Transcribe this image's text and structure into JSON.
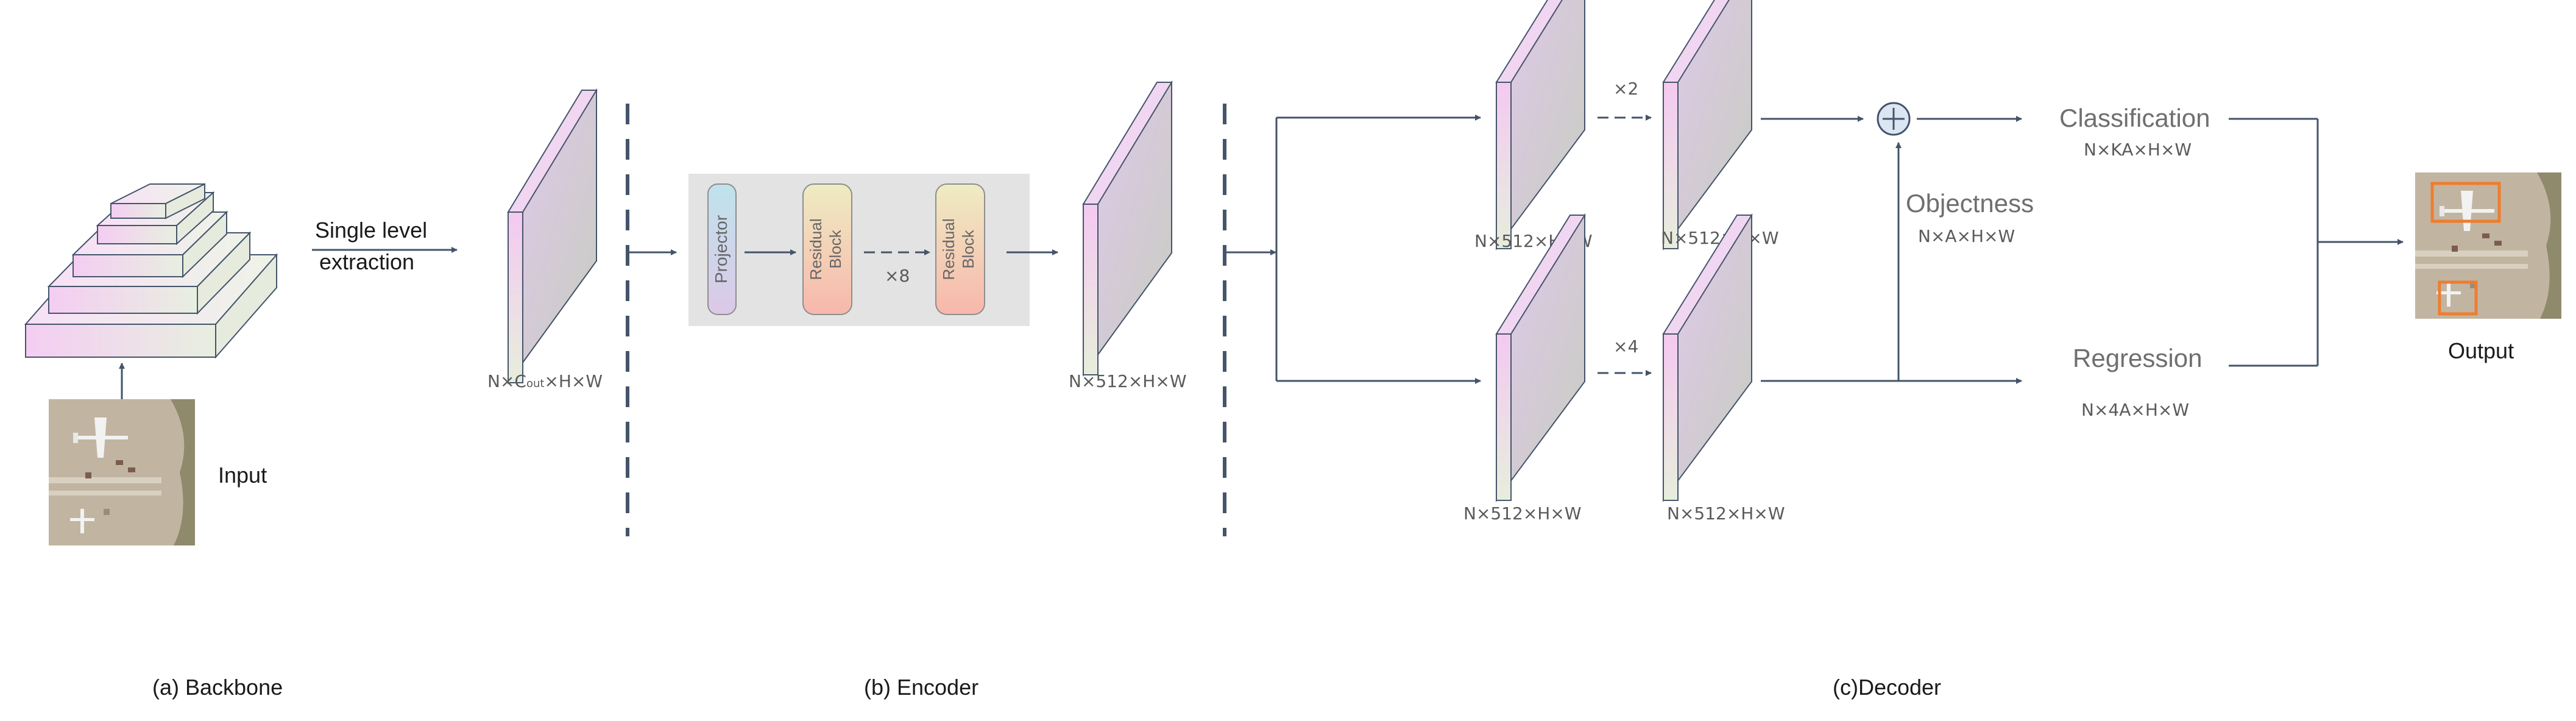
{
  "backbone": {
    "extraction_line1": "Single level",
    "extraction_line2": "extraction",
    "input_label": "Input",
    "feature_dim_prefix": "N×C",
    "feature_dim_sub": "out",
    "feature_dim_suffix": "×H×W",
    "caption": "(a) Backbone"
  },
  "encoder": {
    "projector_label": "Projector",
    "residual_line1": "Residual",
    "residual_line2": "Block",
    "repeat_label": "×8",
    "output_dim": "N×512×H×W",
    "caption": "(b) Encoder"
  },
  "decoder": {
    "cls_repeat": "×2",
    "reg_repeat": "×4",
    "dim_cls_1": "N×512×H×W",
    "dim_cls_2": "N×512×H×W",
    "dim_reg_1": "N×512×H×W",
    "dim_reg_2": "N×512×H×W",
    "classification_label": "Classification",
    "classification_dim": "N×KA×H×W",
    "objectness_label": "Objectness",
    "objectness_dim": "N×A×H×W",
    "regression_label": "Regression",
    "regression_dim": "N×4A×H×W",
    "output_label": "Output",
    "caption": "(c)Decoder"
  },
  "colors": {
    "arrow": "#44546a",
    "slab_front_top": "#f2cdf0",
    "slab_front_bottom": "#e6ecdd",
    "panel_bg": "#e3e3e3",
    "projector_fill": "#cfd0e8",
    "residual_top": "#efedc0",
    "residual_bottom": "#f7b8ad",
    "detection_box": "#ef7d2f"
  }
}
